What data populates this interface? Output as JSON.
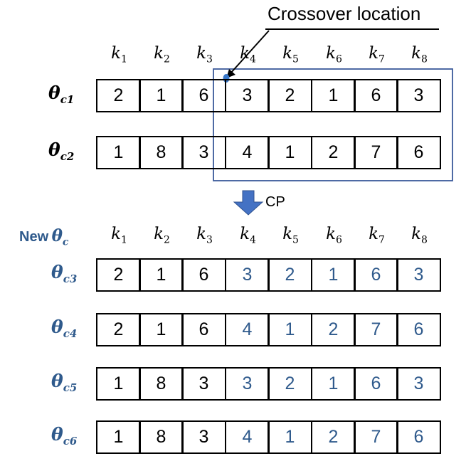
{
  "annotation": {
    "label": "Crossover location"
  },
  "k_labels": [
    {
      "base": "k",
      "sub": "1"
    },
    {
      "base": "k",
      "sub": "2"
    },
    {
      "base": "k",
      "sub": "3"
    },
    {
      "base": "k",
      "sub": "4"
    },
    {
      "base": "k",
      "sub": "5"
    },
    {
      "base": "k",
      "sub": "6"
    },
    {
      "base": "k",
      "sub": "7"
    },
    {
      "base": "k",
      "sub": "8"
    }
  ],
  "parents": [
    {
      "label_base": "θ",
      "label_sub": "c1",
      "values": [
        "2",
        "1",
        "6",
        "3",
        "2",
        "1",
        "6",
        "3"
      ]
    },
    {
      "label_base": "θ",
      "label_sub": "c2",
      "values": [
        "1",
        "8",
        "3",
        "4",
        "1",
        "2",
        "7",
        "6"
      ]
    }
  ],
  "operator": {
    "label": "CP"
  },
  "new_header": {
    "prefix": "New",
    "symbol": "θ",
    "sub": "c"
  },
  "children": [
    {
      "label_base": "θ",
      "label_sub": "c3",
      "values": [
        "2",
        "1",
        "6",
        "3",
        "2",
        "1",
        "6",
        "3"
      ]
    },
    {
      "label_base": "θ",
      "label_sub": "c4",
      "values": [
        "2",
        "1",
        "6",
        "4",
        "1",
        "2",
        "7",
        "6"
      ]
    },
    {
      "label_base": "θ",
      "label_sub": "c5",
      "values": [
        "1",
        "8",
        "3",
        "3",
        "2",
        "1",
        "6",
        "3"
      ]
    },
    {
      "label_base": "θ",
      "label_sub": "c6",
      "values": [
        "1",
        "8",
        "3",
        "4",
        "1",
        "2",
        "7",
        "6"
      ]
    }
  ],
  "colors": {
    "highlight": "#2f5a8c",
    "box": "#3b5a9a",
    "arrow": "#4472c4",
    "dot": "#3a78c9"
  }
}
